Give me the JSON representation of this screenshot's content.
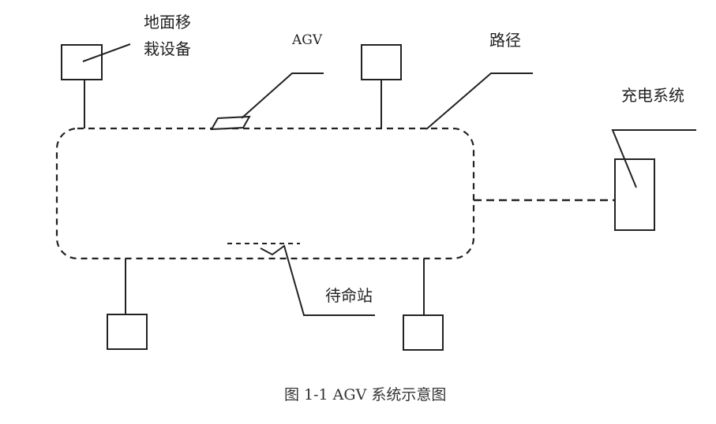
{
  "labels": {
    "transfer_equipment_line1": "地面移",
    "transfer_equipment_line2": "栽设备",
    "agv": "AGV",
    "path": "路径",
    "charging_system": "充电系统",
    "standby_station": "待命站"
  },
  "caption": "图 1-1 AGV 系统示意图",
  "colors": {
    "line": "#222222",
    "text": "#222222",
    "background": "#ffffff"
  }
}
